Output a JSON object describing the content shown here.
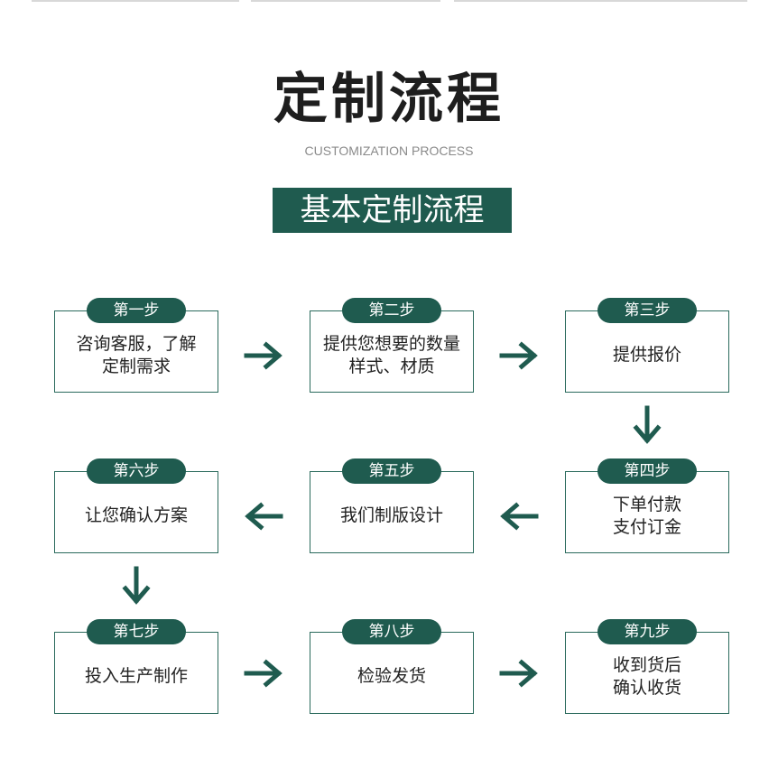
{
  "header": {
    "title": "定制流程",
    "subtitle": "CUSTOMIZATION PROCESS",
    "banner": "基本定制流程"
  },
  "steps": [
    {
      "label": "第一步",
      "text": "咨询客服，了解\n定制需求"
    },
    {
      "label": "第二步",
      "text": "提供您想要的数量\n样式、材质"
    },
    {
      "label": "第三步",
      "text": "提供报价"
    },
    {
      "label": "第四步",
      "text": "下单付款\n支付订金"
    },
    {
      "label": "第五步",
      "text": "我们制版设计"
    },
    {
      "label": "第六步",
      "text": "让您确认方案"
    },
    {
      "label": "第七步",
      "text": "投入生产制作"
    },
    {
      "label": "第八步",
      "text": "检验发货"
    },
    {
      "label": "第九步",
      "text": "收到货后\n确认收货"
    }
  ],
  "colors": {
    "accent": "#1f5b4f",
    "border": "#2a6a5c",
    "text": "#222222"
  },
  "icons": {
    "right": "arrow-right-icon",
    "left": "arrow-left-icon",
    "down": "arrow-down-icon"
  }
}
